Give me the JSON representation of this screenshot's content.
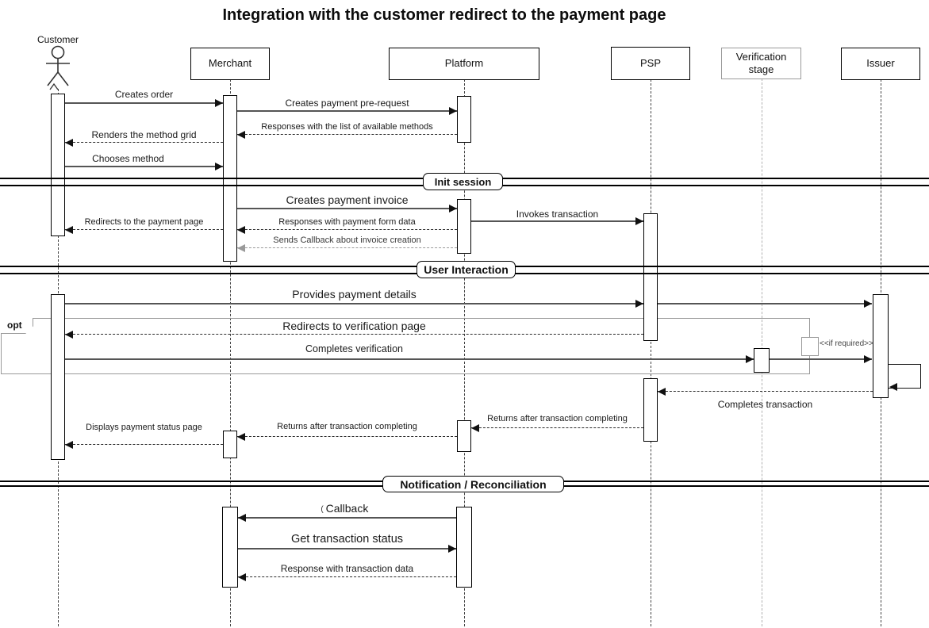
{
  "title": "Integration with the customer redirect to the payment page",
  "participants": {
    "customer": "Customer",
    "merchant": "Merchant",
    "platform": "Platform",
    "psp": "PSP",
    "verification_stage": "Verification stage",
    "issuer": "Issuer"
  },
  "sections": {
    "init_session": "Init session",
    "user_interaction": "User Interaction",
    "notification_reconciliation": "Notification / Reconciliation"
  },
  "fragments": {
    "opt_label": "opt",
    "if_required_note": "<<if required>>"
  },
  "messages": {
    "creates_order": "Creates order",
    "creates_payment_pre_request": "Creates payment pre-request",
    "responses_with_available_methods": "Responses with the list of available methods",
    "renders_the_method_grid": "Renders the method grid",
    "chooses_method": "Chooses method",
    "creates_payment_invoice": "Creates payment invoice",
    "invokes_transaction": "Invokes transaction",
    "responses_with_payment_form_data": "Responses with payment form data",
    "redirects_to_the_payment_page": "Redirects to the payment page",
    "sends_callback_about_invoice_creation": "Sends Callback about invoice creation",
    "provides_payment_details": "Provides payment details",
    "redirects_to_verification_page": "Redirects to verification page",
    "completes_verification": "Completes verification",
    "completes_transaction": "Completes transaction",
    "returns_after_transaction_completing_psp": "Returns after transaction completing",
    "returns_after_transaction_completing_platform": "Returns after transaction completing",
    "displays_payment_status_page": "Displays payment status page",
    "callback_mark": "(",
    "callback": "Callback",
    "get_transaction_status": "Get transaction status",
    "response_with_transaction_data": "Response with transaction data"
  },
  "colors": {
    "stroke": "#000000",
    "solid_message_line": "#555555",
    "gray_message": "#999999",
    "fragment_border": "#999999",
    "background": "#ffffff"
  }
}
